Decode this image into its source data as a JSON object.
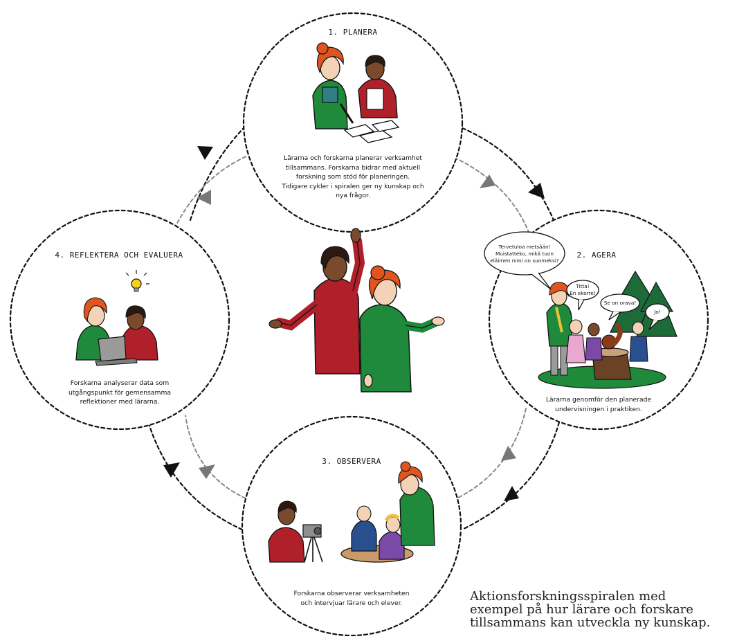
{
  "stages": [
    {
      "title": "1. PLANERA",
      "text": [
        "Lärarna och forskarna planerar verksamhet",
        "tillsammans. Forskarna bidrar med aktuell",
        "forskning som stöd för planeringen.",
        "Tidigare cykler i spiralen ger ny kunskap och",
        "nya frågor."
      ]
    },
    {
      "title": "2. AGERA",
      "text": [
        "Lärarna genomför den planerade",
        "undervisningen i praktiken."
      ]
    },
    {
      "title": "3. OBSERVERA",
      "text": [
        "Forskarna observerar verksamheten",
        "och intervjuar lärare och elever."
      ]
    },
    {
      "title": "4. REFLEKTERA OCH EVALUERA",
      "text": [
        "Forskarna analyserar data som",
        "utgångspunkt för gemensamma",
        "reflektioner med lärarna."
      ]
    }
  ],
  "speech_bubbles": {
    "teacher": [
      "Tervetuloa metsään!",
      "Muistatteko, mikä tuon",
      "eläimen nimi on suomeksi?"
    ],
    "child_1": [
      "Titta!",
      "En ekorre!"
    ],
    "child_2": [
      "Se on orava!"
    ],
    "child_3": [
      "Jo!"
    ]
  },
  "caption": [
    "Aktionsforskningsspiralen med",
    "exempel på hur lärare och forskare",
    "tillsammans kan utveckla ny kunskap."
  ],
  "colors": {
    "green_shirt": "#1f8a3b",
    "red_shirt": "#b0202a",
    "orange_hair": "#e0551f",
    "dark_hair": "#2a1a12",
    "skin_light": "#f4d2b5",
    "skin_dark": "#7a4a2c",
    "tree_green": "#1e6b3a",
    "stump_brown": "#6b4226",
    "bulb_yellow": "#f3d21b",
    "arrow_outer": "#111111",
    "arrow_inner": "#808080"
  }
}
